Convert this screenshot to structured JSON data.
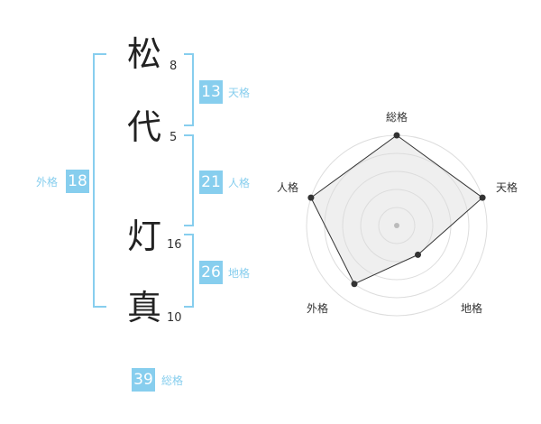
{
  "colors": {
    "accent": "#87ceee",
    "label": "#87ceee",
    "text": "#222222",
    "radar_fill": "#efefef",
    "radar_grid": "#dddddd",
    "radar_line": "#333333"
  },
  "name": {
    "chars": [
      {
        "char": "松",
        "strokes": "8"
      },
      {
        "char": "代",
        "strokes": "5"
      },
      {
        "char": "灯",
        "strokes": "16"
      },
      {
        "char": "真",
        "strokes": "10"
      }
    ]
  },
  "kakusu": {
    "tenkaku": {
      "value": "13",
      "label": "天格"
    },
    "jinkaku": {
      "value": "21",
      "label": "人格"
    },
    "chikaku": {
      "value": "26",
      "label": "地格"
    },
    "gaikaku": {
      "value": "18",
      "label": "外格"
    },
    "soukaku": {
      "value": "39",
      "label": "総格"
    }
  },
  "radar": {
    "axes": [
      "総格",
      "天格",
      "地格",
      "外格",
      "人格"
    ],
    "levels": 5,
    "values": [
      5,
      5,
      2,
      4,
      5
    ],
    "max": 5
  }
}
